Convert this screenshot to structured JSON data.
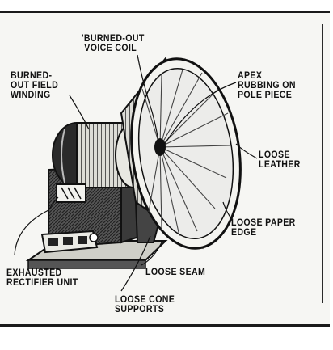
{
  "callouts": {
    "voice_coil": "'BURNED-OUT\n VOICE COIL",
    "field_winding": "BURNED-\nOUT FIELD\nWINDING",
    "apex": "APEX\nRUBBING ON\nPOLE PIECE",
    "loose_leather": "LOOSE\nLEATHER",
    "loose_paper_edge": "LOOSE PAPER\nEDGE",
    "exhausted_rectifier": "EXHAUSTED\nRECTIFIER UNIT",
    "loose_seam": "LOOSE SEAM",
    "loose_cone_supports": "LOOSE CONE\nSUPPORTS"
  }
}
